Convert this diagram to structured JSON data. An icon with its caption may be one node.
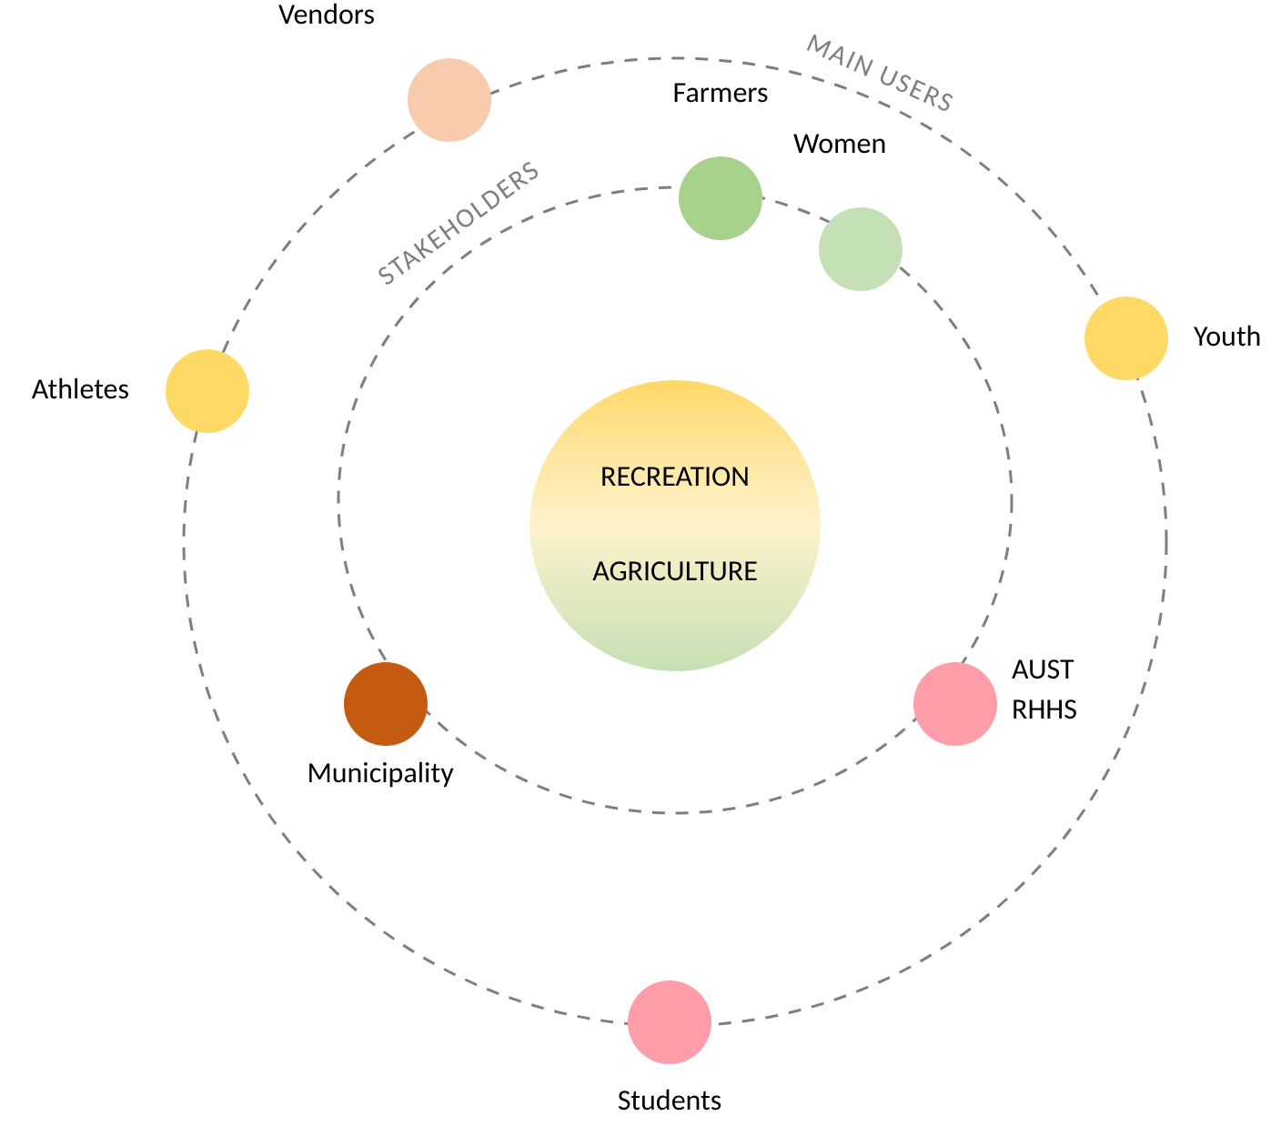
{
  "diagram": {
    "nodes": [
      {
        "text": [
          "Vendors"
        ]
      },
      {
        "text": [
          "Farmers"
        ]
      },
      {
        "text": [
          "Women"
        ]
      },
      {
        "text": [
          "Youth"
        ]
      },
      {
        "text": [
          "Athletes"
        ]
      },
      {
        "text": [
          "RECREATION",
          "AGRICULTURE"
        ]
      },
      {
        "text": [
          "Municipality"
        ]
      },
      {
        "text": [
          "AUST RHHS"
        ]
      },
      {
        "text": [
          "Students"
        ]
      }
    ],
    "labels": [
      "MAIN USERS",
      "STAKEHOLDERS"
    ]
  }
}
